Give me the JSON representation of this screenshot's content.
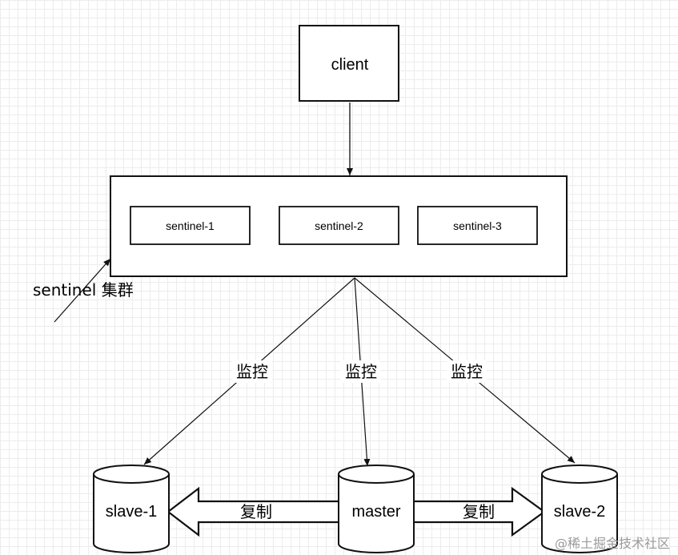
{
  "client": {
    "label": "client"
  },
  "sentinel_cluster": {
    "label": "sentinel 集群",
    "sentinels": [
      {
        "label": "sentinel-1"
      },
      {
        "label": "sentinel-2"
      },
      {
        "label": "sentinel-3"
      }
    ]
  },
  "monitor_labels": [
    "监控",
    "监控",
    "监控"
  ],
  "nodes": {
    "slave1": {
      "label": "slave-1"
    },
    "master": {
      "label": "master"
    },
    "slave2": {
      "label": "slave-2"
    }
  },
  "replication_labels": [
    "复制",
    "复制"
  ],
  "watermark": "@稀土掘金技术社区"
}
